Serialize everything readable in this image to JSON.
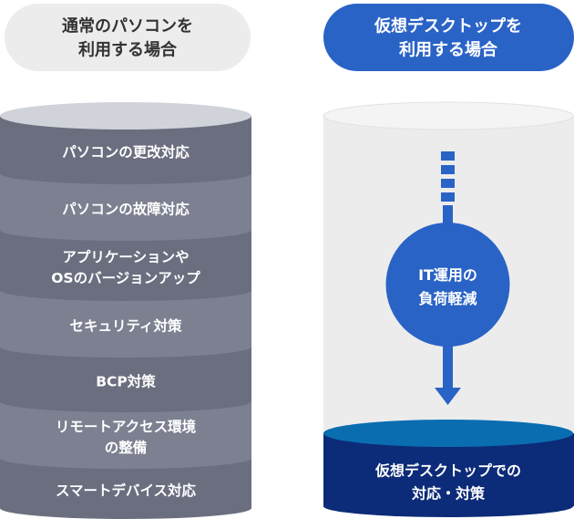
{
  "left": {
    "title_lines": [
      "通常のパソコンを",
      "利用する場合"
    ],
    "layers": [
      [
        "パソコンの更改対応"
      ],
      [
        "パソコンの故障対応"
      ],
      [
        "アプリケーションや",
        "OSのバージョンアップ"
      ],
      [
        "セキュリティ対策"
      ],
      [
        "BCP対策"
      ],
      [
        "リモートアクセス環境",
        "の整備"
      ],
      [
        "スマートデバイス対応"
      ]
    ]
  },
  "right": {
    "title_lines": [
      "仮想デスクトップを",
      "利用する場合"
    ],
    "circle_lines": [
      "IT運用の",
      "負荷軽減"
    ],
    "base_lines": [
      "仮想デスクトップでの",
      "対応・対策"
    ]
  },
  "colors": {
    "layer_dark": "#6a6e7f",
    "layer_light": "#7c8091",
    "top_left": "#d0d3da",
    "blue": "#2a63c6",
    "navy": "#0c2b78",
    "base_top": "#0a6db0",
    "pill_grey": "#ececec"
  }
}
